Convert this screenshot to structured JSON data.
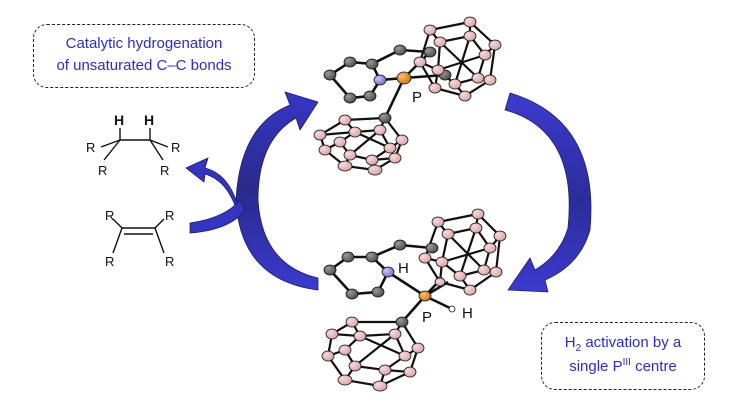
{
  "title_box": {
    "line1": "Catalytic hydrogenation",
    "line2": "of unsaturated C–C bonds"
  },
  "activation_box": {
    "line1_prefix": "H",
    "line1_sub": "2",
    "line1_rest": " activation by a",
    "line2_prefix": "single P",
    "line2_sup": "III",
    "line2_rest": " centre"
  },
  "alkane": {
    "h_left": "H",
    "h_right": "H",
    "r": "R"
  },
  "alkene": {
    "r": "R"
  },
  "top_complex": {
    "p_label": "P"
  },
  "bottom_complex": {
    "p_label": "P",
    "h_label_1": "H",
    "h_label_2": "H"
  },
  "colors": {
    "arrow_blue": "#3838cc",
    "box_text": "#2b2bd6",
    "carbon_grey": "#555555",
    "boron_pink": "#e8b5b5",
    "phosphorus_orange": "#e88a1a",
    "nitrogen_blue": "#8a8ad8"
  }
}
